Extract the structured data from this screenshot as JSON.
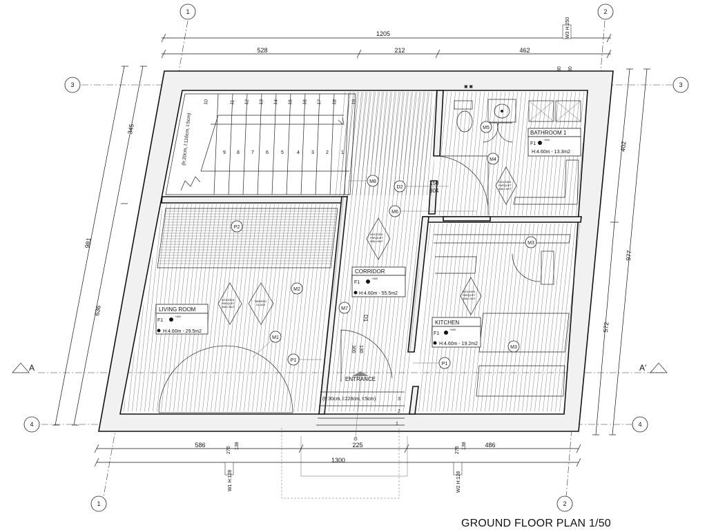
{
  "title": "GROUND FLOOR PLAN 1/50",
  "grid_bubbles": {
    "g1": "1",
    "g2": "2",
    "g3": "3",
    "g4": "4"
  },
  "section": {
    "a": "A",
    "a_prime": "A'"
  },
  "dims": {
    "top_total": "1205",
    "top_a": "528",
    "top_b": "212",
    "top_c": "462",
    "left_total": "981",
    "left_upper": "345",
    "left_lower": "636",
    "right_upper": "402",
    "right_total": "977",
    "right_lower": "572",
    "bottom_a": "586",
    "bottom_b": "225",
    "bottom_c": "486",
    "bottom_total": "1300",
    "w1_a": "276",
    "w1_b": "138",
    "w2_a": "276",
    "w2_b": "138",
    "w3_a": "80",
    "w3_b": "80",
    "d2_a": "150",
    "d2_b": "304",
    "d1_a": "130",
    "d1_b": "300"
  },
  "windows": {
    "w1": "W1 H:128",
    "w2": "W2 H:128",
    "w3": "W3 H:250"
  },
  "stairs": {
    "spec": "(h:20cm, l:116cm, t:5cm)",
    "upper_steps": [
      "10",
      "11",
      "12",
      "13",
      "14",
      "15",
      "16",
      "17",
      "18",
      "19"
    ],
    "lower_steps": [
      "9",
      "8",
      "7",
      "6",
      "5",
      "4",
      "3",
      "2",
      "1"
    ]
  },
  "entry_steps": {
    "spec": "(h:30cm, l:228cm, t:5cm)",
    "steps": [
      "3",
      "2",
      "1"
    ]
  },
  "entrance": "ENTRANCE",
  "rooms": {
    "bathroom": {
      "name": "BATHROOM 1",
      "floor": "F1",
      "level": "+460",
      "area": "H:4.60m - 13.3m2"
    },
    "corridor": {
      "name": "CORRIDOR",
      "floor": "F1",
      "level": "+460",
      "area": "H:4.60m - 55.5m2"
    },
    "living": {
      "name": "LIVING ROOM",
      "floor": "F1",
      "level": "+460",
      "area": "H:4.60m - 29.5m2"
    },
    "kitchen": {
      "name": "KITCHEN",
      "floor": "F1",
      "level": "+460",
      "area": "H:4.60m - 19.2m2"
    }
  },
  "material_tags": {
    "m1": "M1",
    "m2": "M2",
    "m3a": "M3",
    "m3b": "M3",
    "m4": "M4",
    "m5": "M5",
    "m6": "M6",
    "m7": "M7",
    "m8": "M8",
    "p1a": "P1",
    "p1b": "P1",
    "p2": "P2",
    "d1": "D1",
    "d2": "D2"
  },
  "floor_notes": {
    "wood_a": [
      "WOODEN",
      "PARQUET",
      "WALLNUT"
    ],
    "glass": [
      "TIMERED",
      "GLASS"
    ],
    "wood_b": [
      "WOODEN",
      "PARQUET",
      "WALLNUT"
    ],
    "wood_c": [
      "WOODEN",
      "PARQUET",
      "WALLNUT"
    ],
    "wood_d": [
      "WOODEN",
      "PARQUET",
      "WALLNUT"
    ]
  }
}
